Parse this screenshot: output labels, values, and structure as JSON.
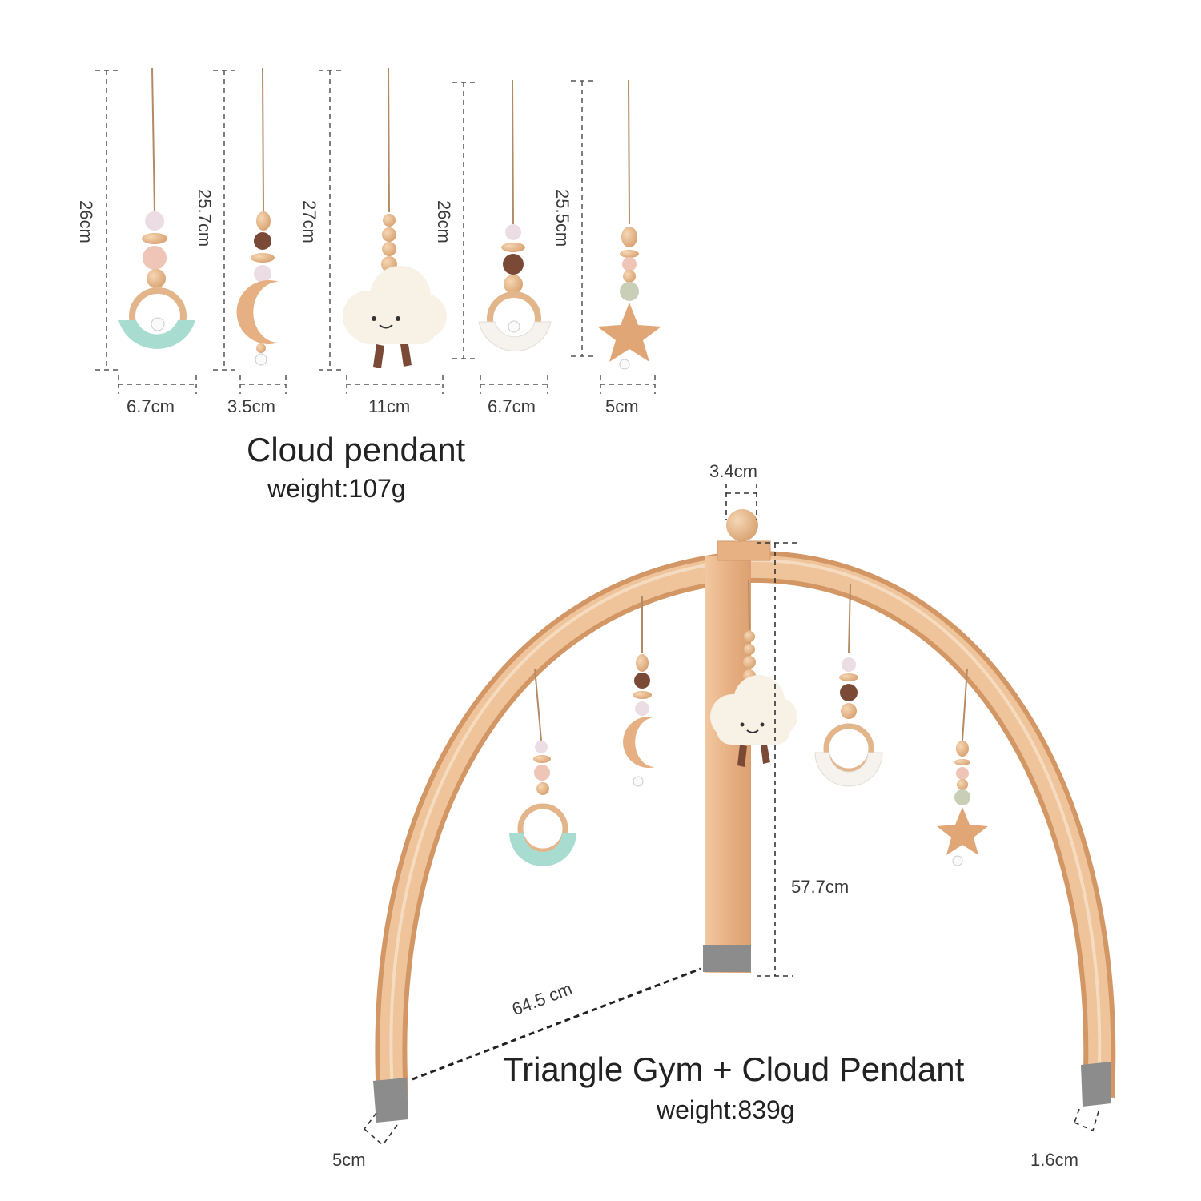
{
  "pendant_set": {
    "title": "Cloud pendant",
    "weight": "weight:107g",
    "heights": [
      "26cm",
      "25.7cm",
      "27cm",
      "26cm",
      "25.5cm"
    ],
    "widths": [
      "6.7cm",
      "3.5cm",
      "11cm",
      "6.7cm",
      "5cm"
    ]
  },
  "gym_set": {
    "title": "Triangle Gym + Cloud Pendant",
    "weight": "weight:839g",
    "top_width": "3.4cm",
    "height": "57.7cm",
    "leg_distance": "64.5 cm",
    "left_foot": "5cm",
    "right_foot": "1.6cm"
  },
  "colors": {
    "wood": "#e9b98e",
    "wood_dark": "#c98f62",
    "mint": "#a9dcd1",
    "pink": "#efc7be",
    "brown": "#7b4a36",
    "felt_gray": "#8c8c8c",
    "cloud": "#f7f1e6"
  }
}
